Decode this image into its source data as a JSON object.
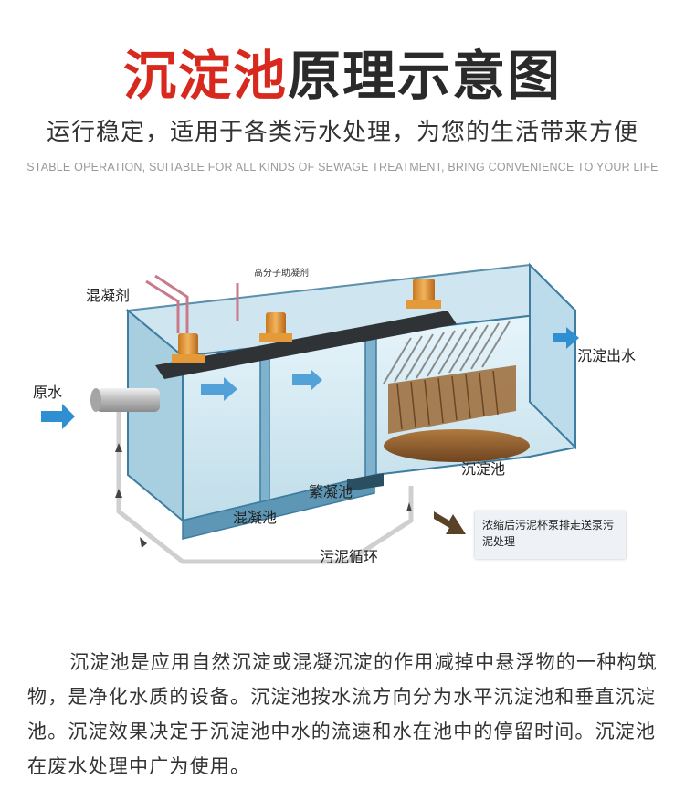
{
  "header": {
    "title_red": "沉淀池",
    "title_dark": "原理示意图",
    "subtitle": "运行稳定，适用于各类污水处理，为您的生活带来方便",
    "subtitle_en": "STABLE OPERATION, SUITABLE FOR ALL KINDS OF SEWAGE TREATMENT, BRING CONVENIENCE TO YOUR LIFE"
  },
  "diagram": {
    "labels": {
      "polymer_flocculant": "高分子助凝剂",
      "coagulant": "混凝剂",
      "raw_water": "原水",
      "outlet_water": "沉淀出水",
      "sedimentation_tank": "沉淀池",
      "flocculation_tank": "繁凝池",
      "coagulation_tank": "混凝池",
      "sludge_circulation": "污泥循环"
    },
    "note": "浓缩后污泥杯泵排走送泵污泥处理",
    "colors": {
      "tank_fill": "#d7ecf5",
      "tank_edge": "#3f7da0",
      "arrow_blue": "#2f8fd1",
      "motor_orange": "#e59a3a",
      "sludge_brown": "#8a5a2b"
    }
  },
  "description": "沉淀池是应用自然沉淀或混凝沉淀的作用减掉中悬浮物的一种构筑物，是净化水质的设备。沉淀池按水流方向分为水平沉淀池和垂直沉淀池。沉淀效果决定于沉淀池中水的流速和水在池中的停留时间。沉淀池在废水处理中广为使用。"
}
